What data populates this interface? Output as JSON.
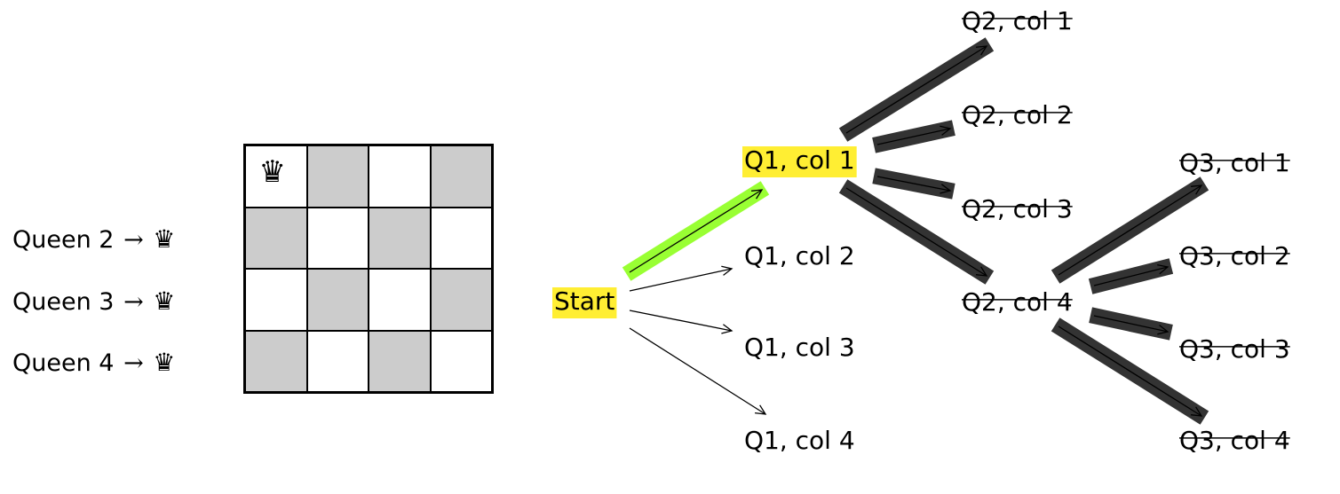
{
  "legend": {
    "arrow": "→",
    "queen_glyph": "♛",
    "items": [
      {
        "label": "Queen 2"
      },
      {
        "label": "Queen 3"
      },
      {
        "label": "Queen 4"
      }
    ]
  },
  "board": {
    "size": 4,
    "colors": {
      "dark": "#cccccc",
      "light": "#ffffff"
    },
    "pattern": [
      [
        "light",
        "dark",
        "light",
        "dark"
      ],
      [
        "dark",
        "light",
        "dark",
        "light"
      ],
      [
        "light",
        "dark",
        "light",
        "dark"
      ],
      [
        "dark",
        "light",
        "dark",
        "light"
      ]
    ],
    "queens": [
      {
        "row": 0,
        "col": 0,
        "glyph": "♛"
      }
    ]
  },
  "tree": {
    "colors": {
      "node_highlight": "#ffee33",
      "edge_selected": "#99ff33",
      "edge_pruned": "#333333",
      "edge": "#000000"
    },
    "nodes": [
      {
        "id": "start",
        "label": "Start",
        "highlighted": true,
        "struck": false
      },
      {
        "id": "q1c1",
        "label": "Q1, col 1",
        "highlighted": true,
        "struck": false
      },
      {
        "id": "q1c2",
        "label": "Q1, col 2",
        "highlighted": false,
        "struck": false
      },
      {
        "id": "q1c3",
        "label": "Q1, col 3",
        "highlighted": false,
        "struck": false
      },
      {
        "id": "q1c4",
        "label": "Q1, col 4",
        "highlighted": false,
        "struck": false
      },
      {
        "id": "q2c1",
        "label": "Q2, col 1",
        "highlighted": false,
        "struck": true
      },
      {
        "id": "q2c2",
        "label": "Q2, col 2",
        "highlighted": false,
        "struck": true
      },
      {
        "id": "q2c3",
        "label": "Q2, col 3",
        "highlighted": false,
        "struck": true
      },
      {
        "id": "q2c4",
        "label": "Q2, col 4",
        "highlighted": false,
        "struck": true
      },
      {
        "id": "q3c1",
        "label": "Q3, col 1",
        "highlighted": false,
        "struck": true
      },
      {
        "id": "q3c2",
        "label": "Q3, col 2",
        "highlighted": false,
        "struck": true
      },
      {
        "id": "q3c3",
        "label": "Q3, col 3",
        "highlighted": false,
        "struck": true
      },
      {
        "id": "q3c4",
        "label": "Q3, col 4",
        "highlighted": false,
        "struck": true
      }
    ],
    "edges": [
      {
        "from": "start",
        "to": "q1c1",
        "style": "selected"
      },
      {
        "from": "start",
        "to": "q1c2",
        "style": "plain"
      },
      {
        "from": "start",
        "to": "q1c3",
        "style": "plain"
      },
      {
        "from": "start",
        "to": "q1c4",
        "style": "plain"
      },
      {
        "from": "q1c1",
        "to": "q2c1",
        "style": "pruned"
      },
      {
        "from": "q1c1",
        "to": "q2c2",
        "style": "pruned"
      },
      {
        "from": "q1c1",
        "to": "q2c3",
        "style": "pruned"
      },
      {
        "from": "q1c1",
        "to": "q2c4",
        "style": "pruned"
      },
      {
        "from": "q2c4",
        "to": "q3c1",
        "style": "pruned"
      },
      {
        "from": "q2c4",
        "to": "q3c2",
        "style": "pruned"
      },
      {
        "from": "q2c4",
        "to": "q3c3",
        "style": "pruned"
      },
      {
        "from": "q2c4",
        "to": "q3c4",
        "style": "pruned"
      }
    ]
  }
}
